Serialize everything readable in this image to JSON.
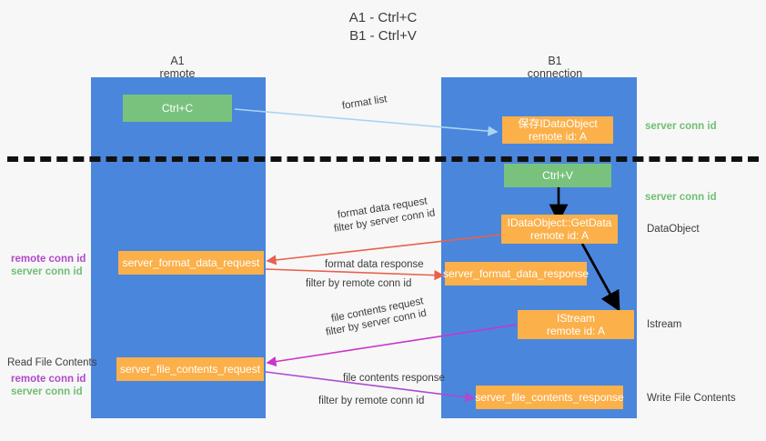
{
  "title": {
    "line1": "A1 - Ctrl+C",
    "line2": "B1 - Ctrl+V"
  },
  "lanes": [
    {
      "id": "a1",
      "name": "A1",
      "sub": "remote"
    },
    {
      "id": "b1",
      "name": "B1",
      "sub": "connection"
    }
  ],
  "boxes": {
    "ctrl_c": {
      "line1": "Ctrl+C"
    },
    "save_idataobject": {
      "line1": "保存IDataObject",
      "line2": "remote id: A"
    },
    "ctrl_v": {
      "line1": "Ctrl+V"
    },
    "getdata": {
      "line1": "IDataObject::GetData",
      "line2": "remote id: A"
    },
    "server_format_data_request": {
      "line1": "server_format_data_request"
    },
    "server_format_data_response": {
      "line1": "server_format_data_response"
    },
    "istream": {
      "line1": "IStream",
      "line2": "remote id: A"
    },
    "server_file_contents_request": {
      "line1": "server_file_contents_request"
    },
    "server_file_contents_response": {
      "line1": "server_file_contents_response"
    }
  },
  "edge_labels": {
    "format_list": "format list",
    "format_data_request": "format data request",
    "format_data_response": "format data response",
    "file_contents_request": "file contents request",
    "file_contents_response": "file contents response",
    "filter_by": "filter by ",
    "server_conn_id": "server conn id",
    "remote_conn_id": "remote conn id"
  },
  "right_labels": {
    "server_conn_id_top": "server conn id",
    "server_conn_id_mid": "server conn id",
    "dataobject": "DataObject",
    "istream": "Istream",
    "write_file_contents": "Write File Contents"
  },
  "left_labels": {
    "remote_conn_id_1": "remote conn id",
    "server_conn_id_1": "server conn id",
    "read_file_contents": "Read File Contents",
    "remote_conn_id_2": "remote conn id",
    "server_conn_id_2": "server conn id"
  },
  "colors": {
    "lane": "#4a86dc",
    "green_box": "#78c27d",
    "orange_box": "#fbb04a",
    "green_text": "#6fbf73",
    "purple_text": "#b14ac9",
    "arrow_light_blue": "#aad4f0",
    "arrow_red": "#e8614d",
    "arrow_magenta": "#c936c9",
    "arrow_purple": "#ad4ad0",
    "arrow_black": "#000000",
    "divider": "#111111"
  }
}
